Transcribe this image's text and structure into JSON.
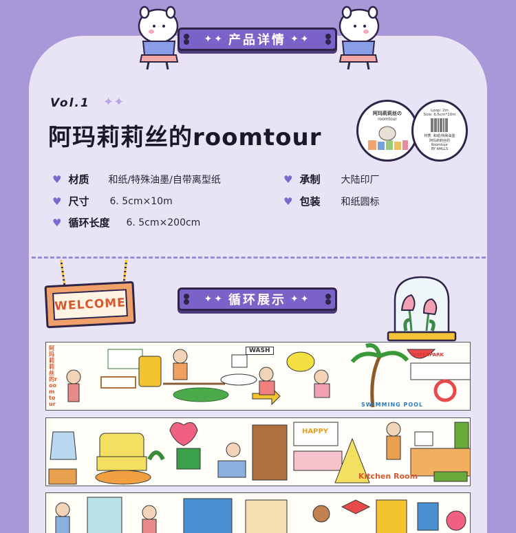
{
  "header": {
    "banner_label": "产品详情",
    "spark_left": "✦✦",
    "spark_right": "✦✦"
  },
  "product": {
    "volume": "Vol.1",
    "vol_spark": "✦✦",
    "title": "阿玛莉莉丝的roomtour"
  },
  "specs": [
    {
      "label": "材质",
      "value": "和纸/特殊油墨/自带离型纸"
    },
    {
      "label": "尺寸",
      "value": "6. 5cm×10m"
    },
    {
      "label": "循环长度",
      "value": "6. 5cm×200cm"
    },
    {
      "label": "承制",
      "value": "大陆印厂"
    },
    {
      "label": "包装",
      "value": "和纸圆标"
    }
  ],
  "roll_left": {
    "line1": "阿玛莉莉丝の",
    "line2": "roomtour"
  },
  "roll_right": {
    "loop": "Loop: 2m",
    "size": "Size: 6.5cm*10m",
    "material": "材质: 和纸/特殊油墨",
    "name1": "阿玛莉莉丝的",
    "name2": "Roomtour",
    "brand": "BY AMLLS"
  },
  "section2": {
    "banner_label": "循环展示",
    "spark_left": "✦✦",
    "spark_right": "✦✦"
  },
  "sign": {
    "text": "WELCOME"
  },
  "strip1": {
    "vertical_text": "阿玛莉莉丝的roomtour",
    "wash": "WASH",
    "waterpark": "WATERPARK",
    "pool": "SWIMMING POOL"
  },
  "strip2": {
    "happy": "HAPPY",
    "kitchen": "Kitchen Room"
  },
  "colors": {
    "background": "#a798d8",
    "card": "#e8e4f6",
    "banner": "#7a62c8",
    "heart": "#7d6bd0",
    "outline": "#2e2448"
  }
}
